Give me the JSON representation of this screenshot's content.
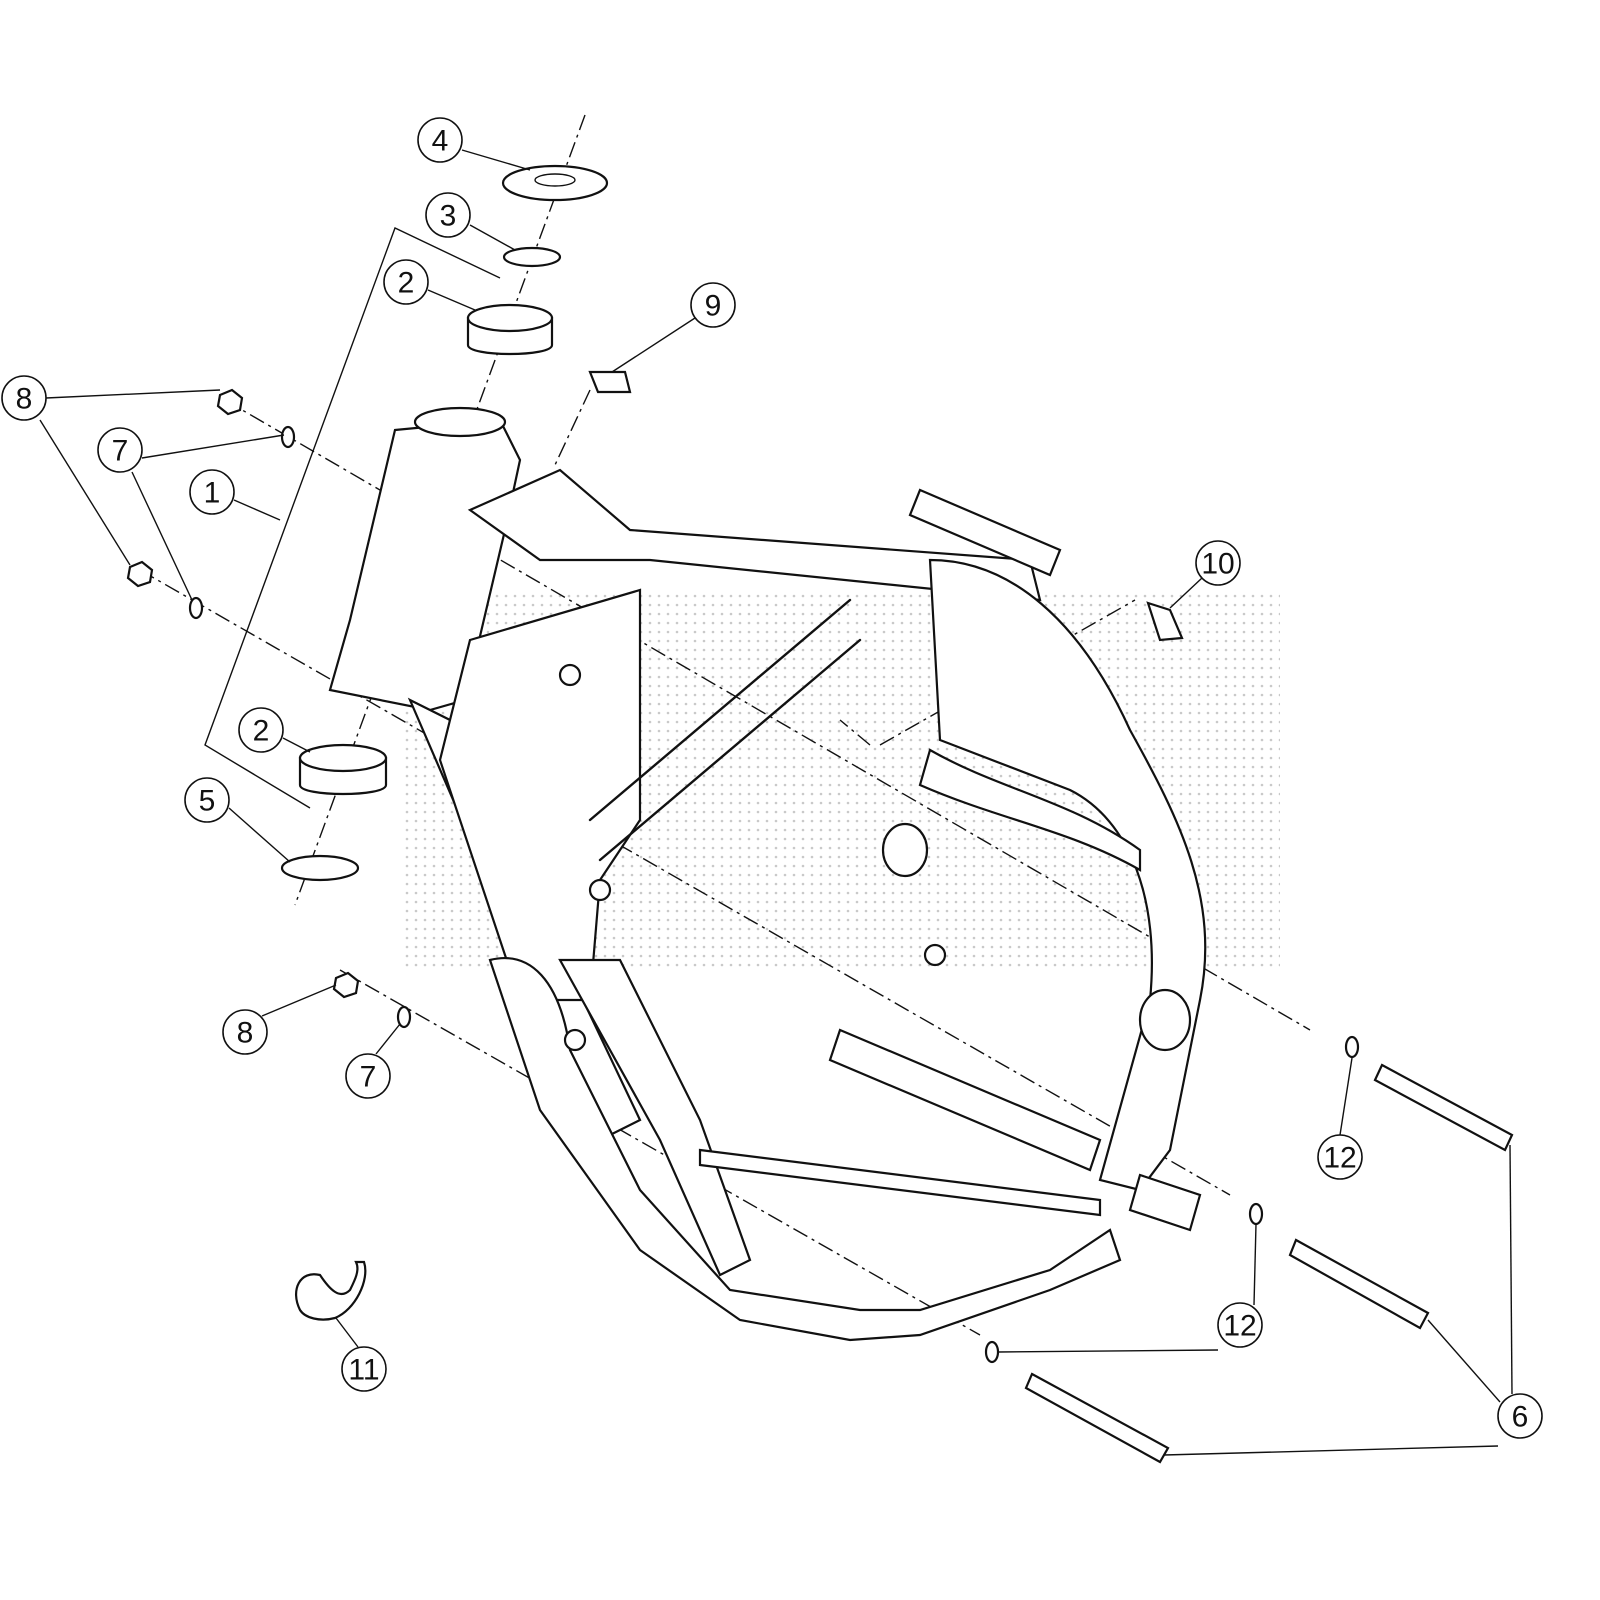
{
  "diagram": {
    "type": "exploded-parts-view",
    "callouts": [
      {
        "label": "4"
      },
      {
        "label": "3"
      },
      {
        "label": "2"
      },
      {
        "label": "9"
      },
      {
        "label": "8"
      },
      {
        "label": "7"
      },
      {
        "label": "1"
      },
      {
        "label": "10"
      },
      {
        "label": "2"
      },
      {
        "label": "5"
      },
      {
        "label": "8"
      },
      {
        "label": "7"
      },
      {
        "label": "12"
      },
      {
        "label": "12"
      },
      {
        "label": "11"
      },
      {
        "label": "6"
      }
    ]
  }
}
